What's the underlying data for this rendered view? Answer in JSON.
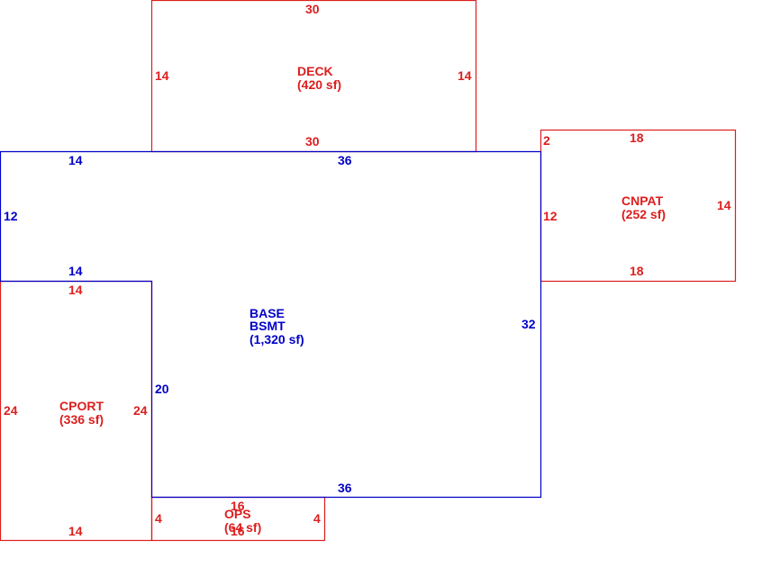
{
  "colors": {
    "base": "#0000c8",
    "addition": "#dc1e1e",
    "background": "#ffffff"
  },
  "areas": {
    "deck": {
      "name": "DECK",
      "area": "(420 sf)",
      "dims": {
        "top": "30",
        "bottom": "30",
        "left": "14",
        "right": "14"
      }
    },
    "base": {
      "name_line1": "BASE",
      "name_line2": "BSMT",
      "area": "(1,320 sf)",
      "dims": {
        "top_left": "14",
        "top_main": "36",
        "left": "12",
        "step": "14",
        "right": "32",
        "inner_left": "20",
        "bottom": "36"
      }
    },
    "cnpat": {
      "name": "CNPAT",
      "area": "(252 sf)",
      "dims": {
        "top": "18",
        "bottom": "18",
        "left": "12",
        "right": "14",
        "corner": "2"
      }
    },
    "cport": {
      "name": "CPORT",
      "area": "(336 sf)",
      "dims": {
        "top": "14",
        "bottom": "14",
        "left": "24",
        "right": "24"
      }
    },
    "ops": {
      "name": "OPS",
      "area": "(64 sf)",
      "dims": {
        "top": "16",
        "bottom": "16",
        "left": "4",
        "right": "4"
      }
    }
  }
}
